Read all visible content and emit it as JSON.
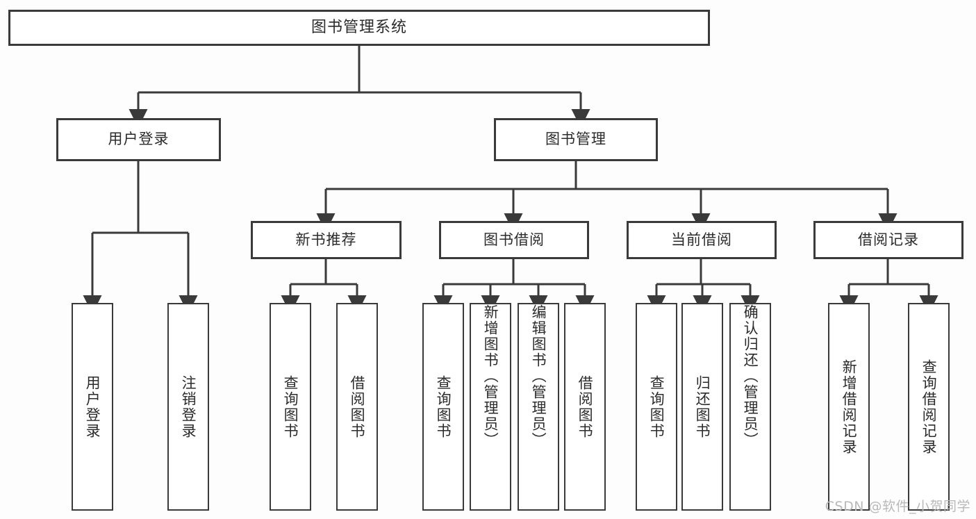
{
  "diagram": {
    "title": "图书管理系统",
    "type": "tree",
    "colors": {
      "background": "#fdfdfd",
      "box_fill": "#ffffff",
      "box_border": "#3a3a3a",
      "connector": "#3a3a3a",
      "text": "#2b2b2b",
      "watermark": "#b9b9b9"
    },
    "watermark": "CSDN @软件_小贺同学",
    "nodes": {
      "root": {
        "label": "图书管理系统"
      },
      "level1": [
        {
          "label": "用户登录"
        },
        {
          "label": "图书管理"
        }
      ],
      "level2": [
        {
          "label": "新书推荐"
        },
        {
          "label": "图书借阅"
        },
        {
          "label": "当前借阅"
        },
        {
          "label": "借阅记录"
        }
      ],
      "leaves": {
        "user_login": [
          {
            "label": "用户登录"
          },
          {
            "label": "注销登录"
          }
        ],
        "new_book_recommend": [
          {
            "label": "查询图书"
          },
          {
            "label": "借阅图书"
          }
        ],
        "book_borrow": [
          {
            "label": "查询图书"
          },
          {
            "label": "新增图书（管理员）"
          },
          {
            "label": "编辑图书（管理员）"
          },
          {
            "label": "借阅图书"
          }
        ],
        "current_borrow": [
          {
            "label": "查询图书"
          },
          {
            "label": "归还图书"
          },
          {
            "label": "确认归还（管理员）"
          }
        ],
        "borrow_record": [
          {
            "label": "新增借阅记录"
          },
          {
            "label": "查询借阅记录"
          }
        ]
      }
    }
  }
}
